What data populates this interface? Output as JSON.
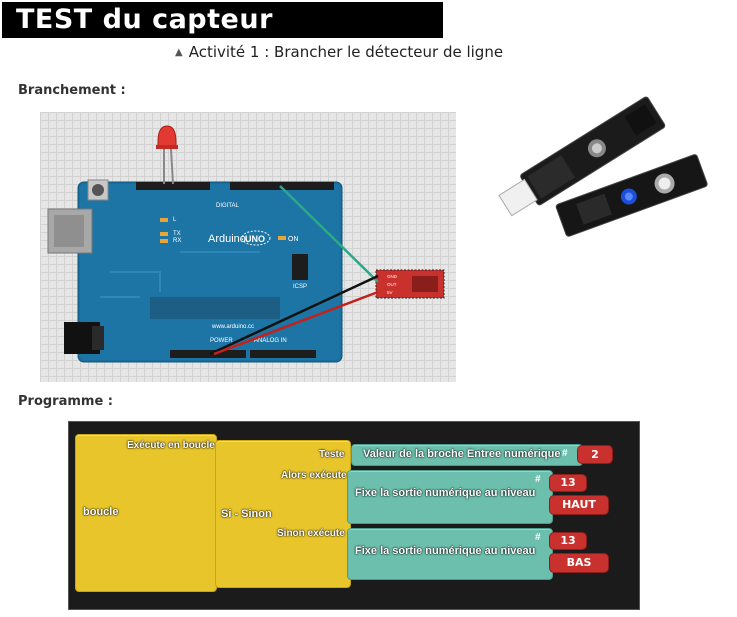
{
  "page": {
    "title": "TEST du capteur InfraRouge",
    "activity_label": "Activité 1 : Brancher le détecteur de ligne",
    "branchement_label": "Branchement :",
    "programme_label": "Programme :"
  },
  "diagram": {
    "board_name": "Arduino",
    "board_model": "UNO",
    "on_label": "ON",
    "website": "www.arduino.cc",
    "icsp_label": "ICSP",
    "digital_label": "DIGITAL",
    "power_label": "POWER",
    "analog_label": "ANALOG IN",
    "tx_label": "TX",
    "rx_label": "RX",
    "l_label": "L",
    "sensor_pins": [
      "GND",
      "OUT",
      "5V"
    ]
  },
  "program": {
    "loop_header": "Exécute en boucle",
    "loop_label": "boucle",
    "if_label": "Si - Sinon",
    "test_label": "Teste",
    "then_label": "Alors exécute",
    "else_label": "Sinon exécute",
    "read_pin_label": "Valeur de la broche Entree numérique",
    "read_pin_value": "2",
    "write_label_1": "Fixe la sortie numérique au niveau",
    "write_pin_1": "13",
    "write_level_1": "HAUT",
    "write_label_2": "Fixe la sortie numérique au niveau",
    "write_pin_2": "13",
    "write_level_2": "BAS",
    "hash_symbol": "#"
  }
}
